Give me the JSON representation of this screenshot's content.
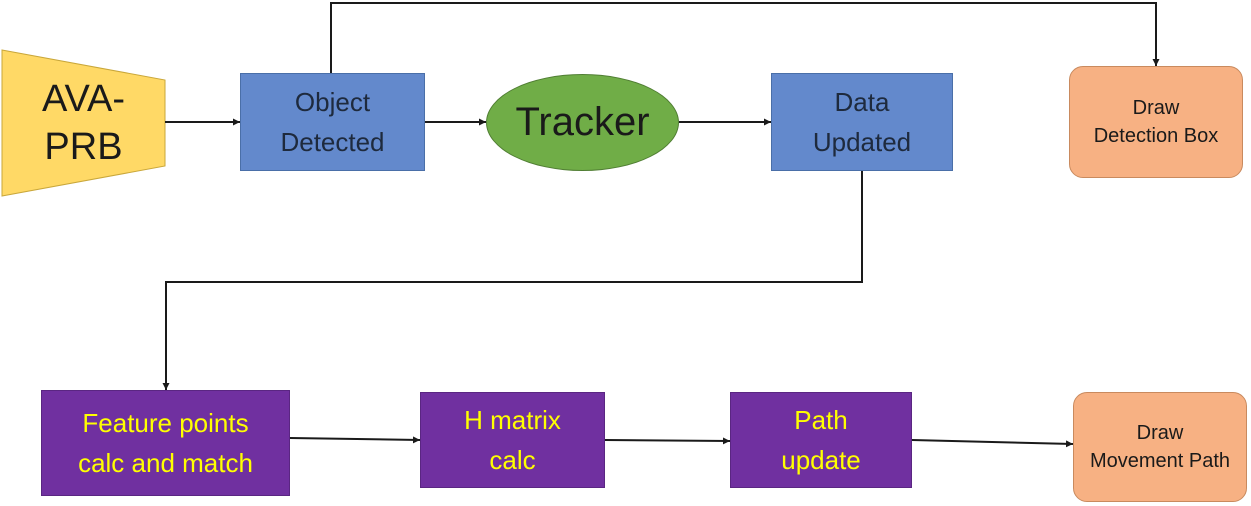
{
  "colors": {
    "source": "#ffd966",
    "process_blue": "#6389cc",
    "process_purple": "#7030a0",
    "purple_text": "#ffff00",
    "output_orange": "#f7b183",
    "tracker_green": "#70ad47",
    "arrow": "#1a1a1a"
  },
  "nodes": {
    "source": {
      "label": "AVA-\nPRB"
    },
    "object_detected": {
      "label": "Object\nDetected"
    },
    "tracker": {
      "label": "Tracker"
    },
    "data_updated": {
      "label": "Data\nUpdated"
    },
    "draw_detection_box": {
      "label": "Draw\nDetection Box"
    },
    "feature_points": {
      "label": "Feature points\ncalc and match"
    },
    "h_matrix": {
      "label": "H matrix\ncalc"
    },
    "path_update": {
      "label": "Path\nupdate"
    },
    "draw_movement_path": {
      "label": "Draw\nMovement Path"
    }
  }
}
